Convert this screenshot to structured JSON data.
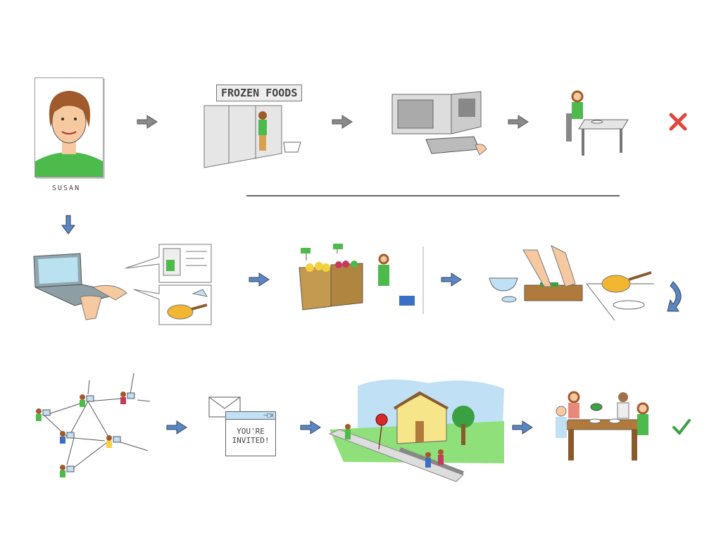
{
  "persona": {
    "name": "SUSAN"
  },
  "row1": {
    "store_sign": "FROZEN FOODS",
    "outcome": "x-mark-icon"
  },
  "row3": {
    "invite_text_line1": "YOU'RE",
    "invite_text_line2": "INVITED!",
    "window_controls": "–□x",
    "outcome": "check-mark-icon"
  },
  "colors": {
    "gray_arrow": "#8a8a8a",
    "blue_arrow": "#5b86c5",
    "fail": "#e0463b",
    "success": "#3aa142",
    "shirt": "#4cbb4c",
    "grass": "#8fe07a",
    "sky": "#bfe0f5",
    "house": "#f7e58a",
    "wood": "#b07a3c"
  }
}
